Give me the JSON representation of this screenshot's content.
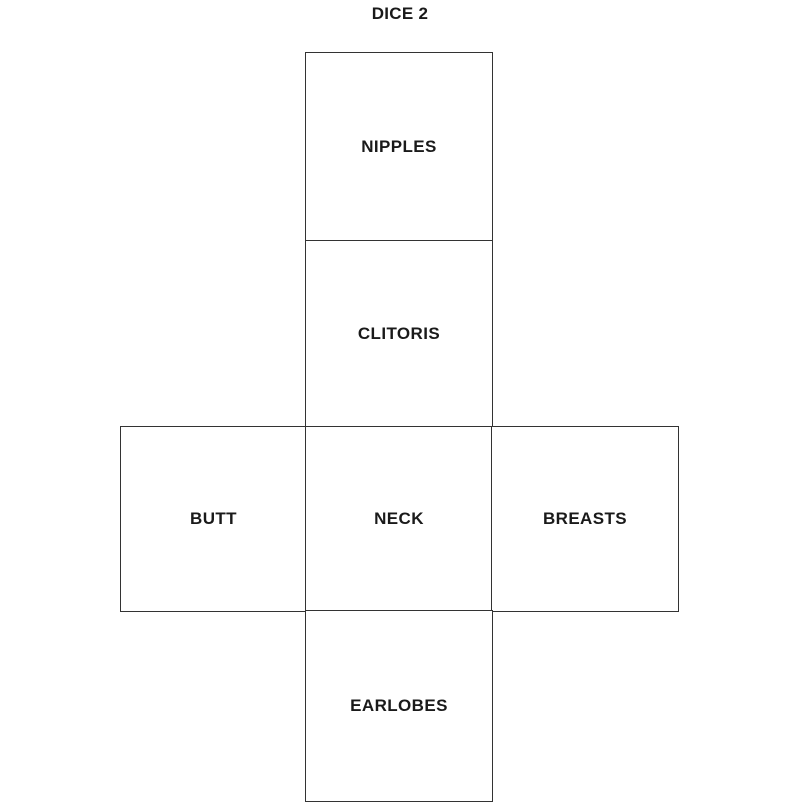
{
  "title": "DICE 2",
  "faces": {
    "top": "NIPPLES",
    "upper": "CLITORIS",
    "left": "BUTT",
    "center": "NECK",
    "right": "BREASTS",
    "bottom": "EARLOBES"
  }
}
